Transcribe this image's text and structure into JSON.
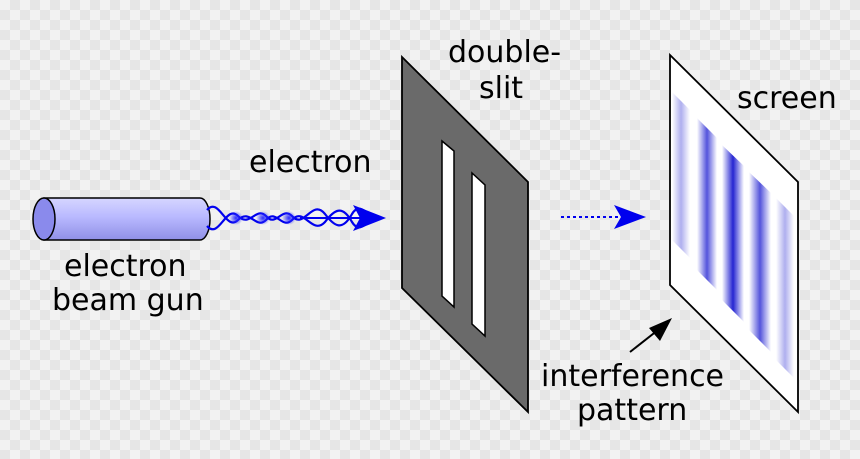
{
  "labels": {
    "gun_line1": "electron",
    "gun_line2": "beam gun",
    "electron": "electron",
    "slit_line1": "double-",
    "slit_line2": "slit",
    "screen": "screen",
    "pattern_line1": "interference",
    "pattern_line2": "pattern"
  },
  "colors": {
    "gun_fill": "#b8b8ff",
    "gun_cap": "#8c8cee",
    "beam": "#0000ee",
    "slit_plate": "#6a6a6a",
    "fringe": "#2a2ad8"
  }
}
